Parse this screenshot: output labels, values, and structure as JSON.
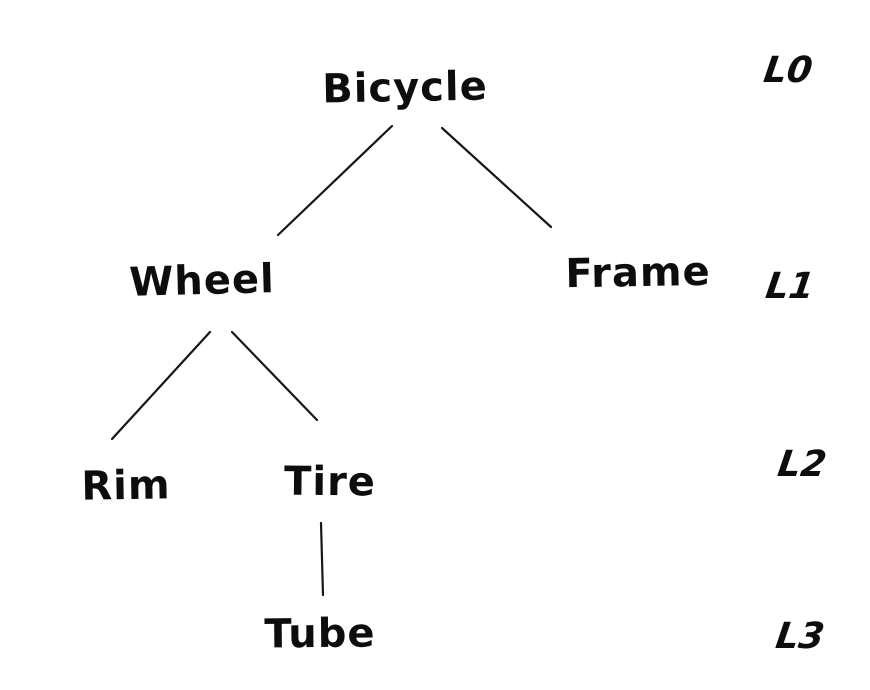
{
  "diagram": {
    "type": "tree",
    "ink_color": "#0d0d0d",
    "background_color": "#ffffff",
    "nodes": {
      "bicycle": {
        "label": "Bicycle",
        "level": "L0"
      },
      "wheel": {
        "label": "Wheel",
        "level": "L1"
      },
      "frame": {
        "label": "Frame",
        "level": "L1"
      },
      "rim": {
        "label": "Rim",
        "level": "L2"
      },
      "tire": {
        "label": "Tire",
        "level": "L2"
      },
      "tube": {
        "label": "Tube",
        "level": "L3"
      }
    },
    "edges": [
      {
        "from": "bicycle",
        "to": "wheel"
      },
      {
        "from": "bicycle",
        "to": "frame"
      },
      {
        "from": "wheel",
        "to": "rim"
      },
      {
        "from": "wheel",
        "to": "tire"
      },
      {
        "from": "tire",
        "to": "tube"
      }
    ],
    "level_labels": {
      "l0": {
        "label": "L0"
      },
      "l1": {
        "label": "L1"
      },
      "l2": {
        "label": "L2"
      },
      "l3": {
        "label": "L3"
      }
    }
  }
}
